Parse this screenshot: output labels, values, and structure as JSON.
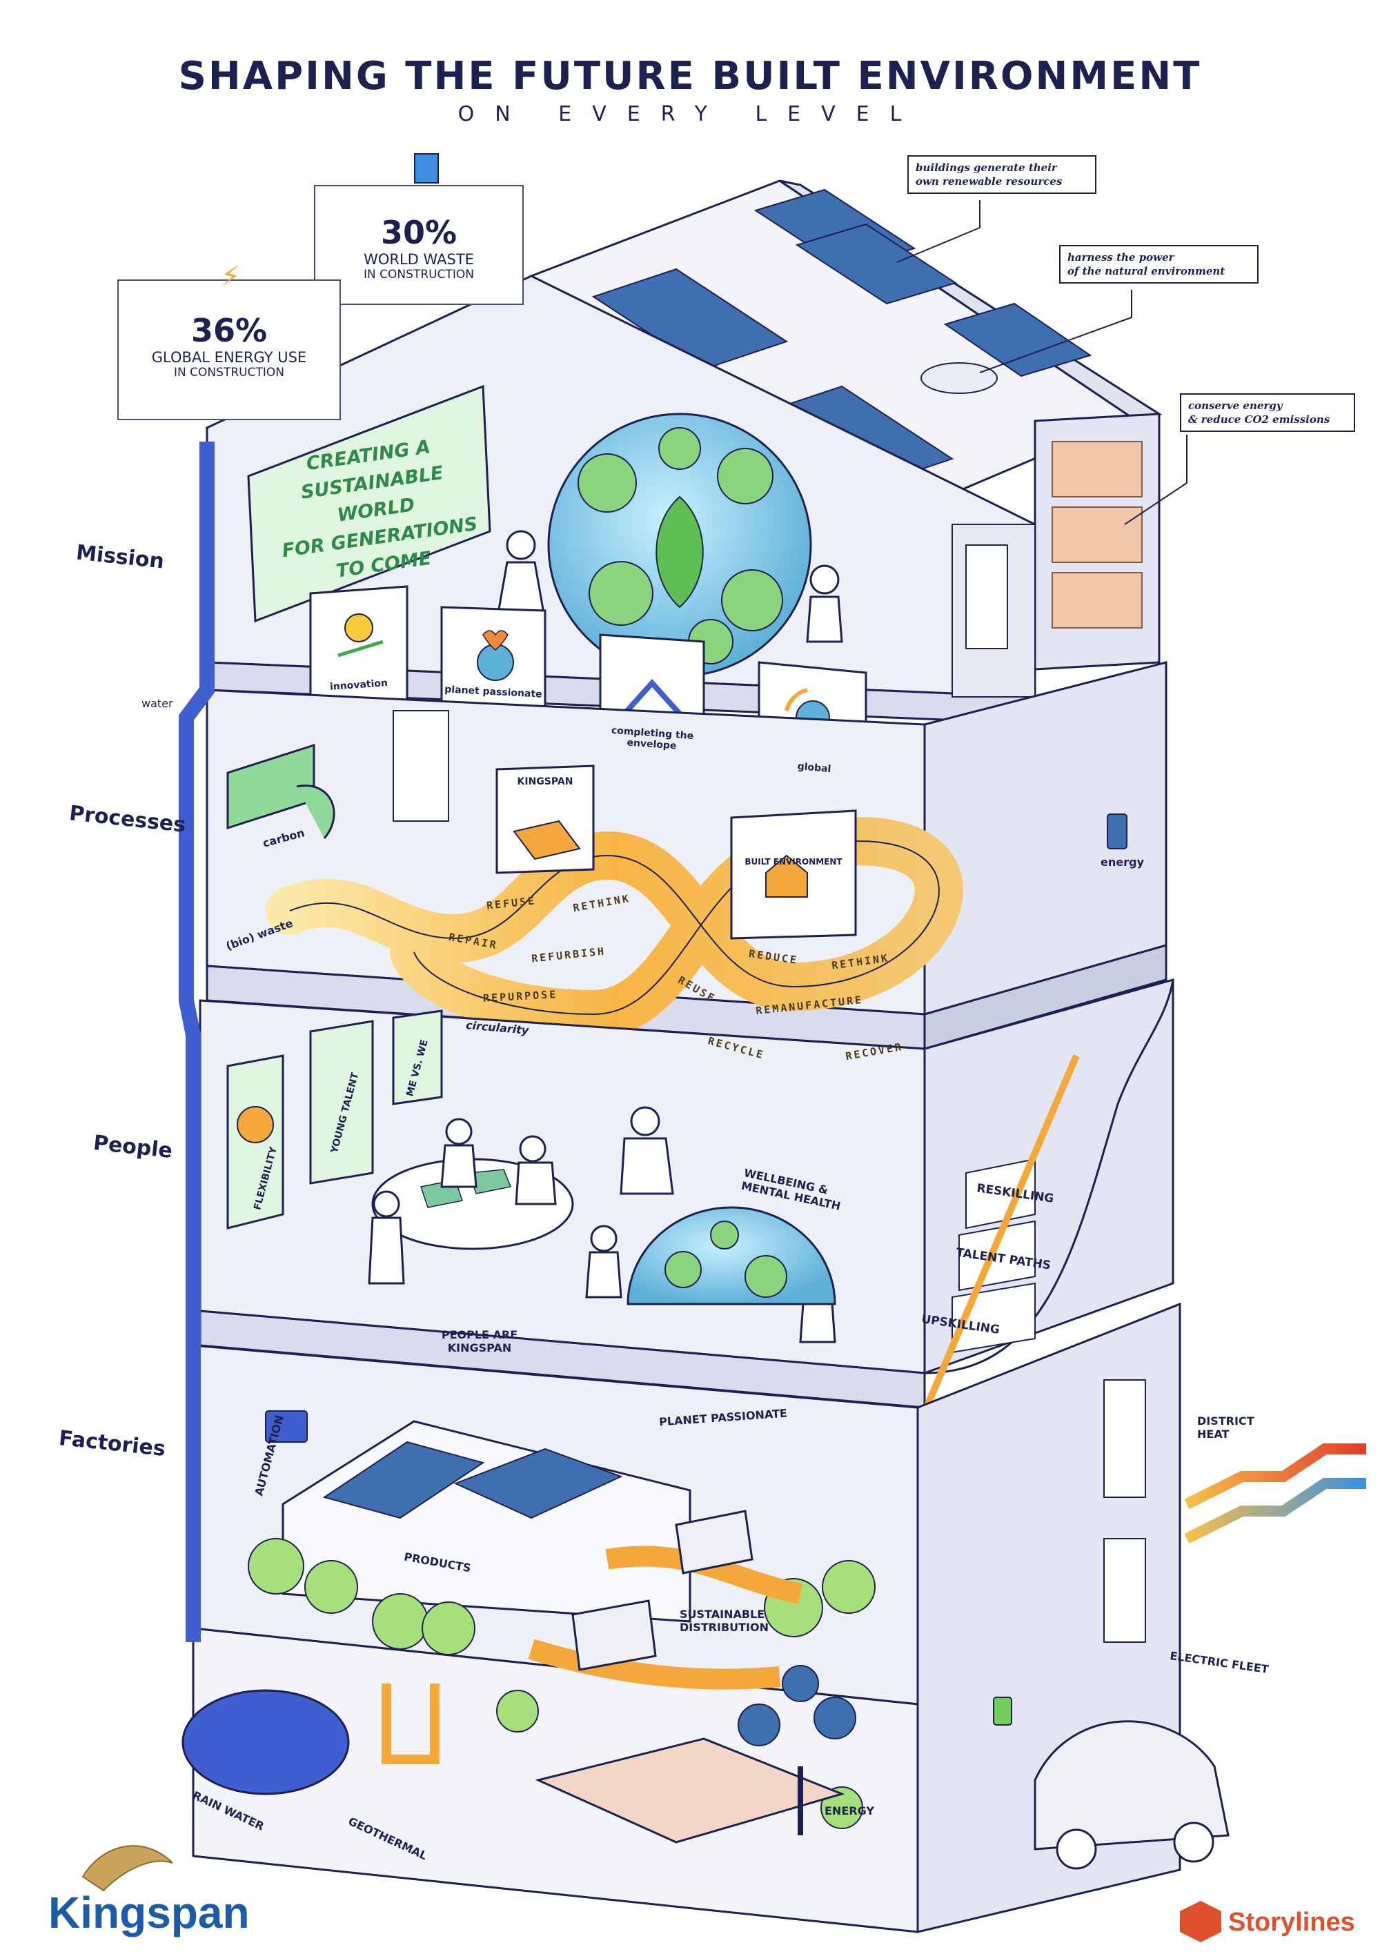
{
  "header": {
    "title": "SHAPING THE FUTURE BUILT ENVIRONMENT",
    "subtitle": "ON EVERY LEVEL"
  },
  "stats": [
    {
      "percent": "30%",
      "line1": "WORLD WASTE",
      "line2": "IN CONSTRUCTION",
      "icon": "waste-bin-icon"
    },
    {
      "percent": "36%",
      "line1": "GLOBAL ENERGY USE",
      "line2": "IN CONSTRUCTION",
      "icon": "lightning-icon"
    }
  ],
  "callouts": {
    "renewable_1": "buildings generate their",
    "renewable_2": "own renewable resources",
    "nature_1": "harness the power",
    "nature_2": "of the natural environment",
    "conserve_1": "conserve energy",
    "conserve_2": "& reduce CO2 emissions"
  },
  "floors": {
    "mission": "Mission",
    "processes": "Processes",
    "people": "People",
    "factories": "Factories"
  },
  "mission": {
    "board_line1": "CREATING A",
    "board_line2": "SUSTAINABLE WORLD",
    "board_line3": "FOR GENERATIONS TO COME",
    "cards": [
      "innovation",
      "planet passionate",
      "completing the envelope",
      "global"
    ]
  },
  "processes": {
    "water": "water",
    "carbon": "carbon",
    "bio_waste": "(bio) waste",
    "energy": "energy",
    "kingspan_card": "KINGSPAN",
    "built_card": "BUILT ENVIRONMENT",
    "circularity": "circularity",
    "loop_words": [
      "REFUSE",
      "RETHINK",
      "REPAIR",
      "REFURBISH",
      "REPURPOSE",
      "REDUCE",
      "RETHINK",
      "REUSE",
      "REMANUFACTURE",
      "RECYCLE",
      "RECOVER"
    ]
  },
  "people": {
    "posters": [
      "FLEXIBILITY",
      "YOUNG TALENT",
      "ME VS. WE"
    ],
    "wellbeing_1": "WELLBEING &",
    "wellbeing_2": "MENTAL HEALTH",
    "people_are_1": "PEOPLE ARE",
    "people_are_2": "KINGSPAN",
    "planet_passionate": "PLANET PASSIONATE",
    "stairs": [
      "RESKILLING",
      "TALENT PATHS",
      "UPSKILLING"
    ]
  },
  "factories": {
    "automation": "AUTOMATION",
    "products": "PRODUCTS",
    "sustainable_1": "SUSTAINABLE",
    "sustainable_2": "DISTRIBUTION",
    "energy": "ENERGY",
    "district_1": "DISTRICT",
    "district_2": "HEAT",
    "electric_fleet": "ELECTRIC FLEET",
    "rain_water": "RAIN WATER",
    "geothermal": "GEOTHERMAL"
  },
  "brand": {
    "kingspan": "Kingspan",
    "storylines": "Storylines"
  },
  "colors": {
    "ink": "#1d2152",
    "wall": "#f1f3fa",
    "wall_shade": "#d8dcec",
    "solar": "#3f6fb0",
    "green": "#7cc96d",
    "orange": "#f5a83a",
    "pipe": "#3f5fd0"
  }
}
